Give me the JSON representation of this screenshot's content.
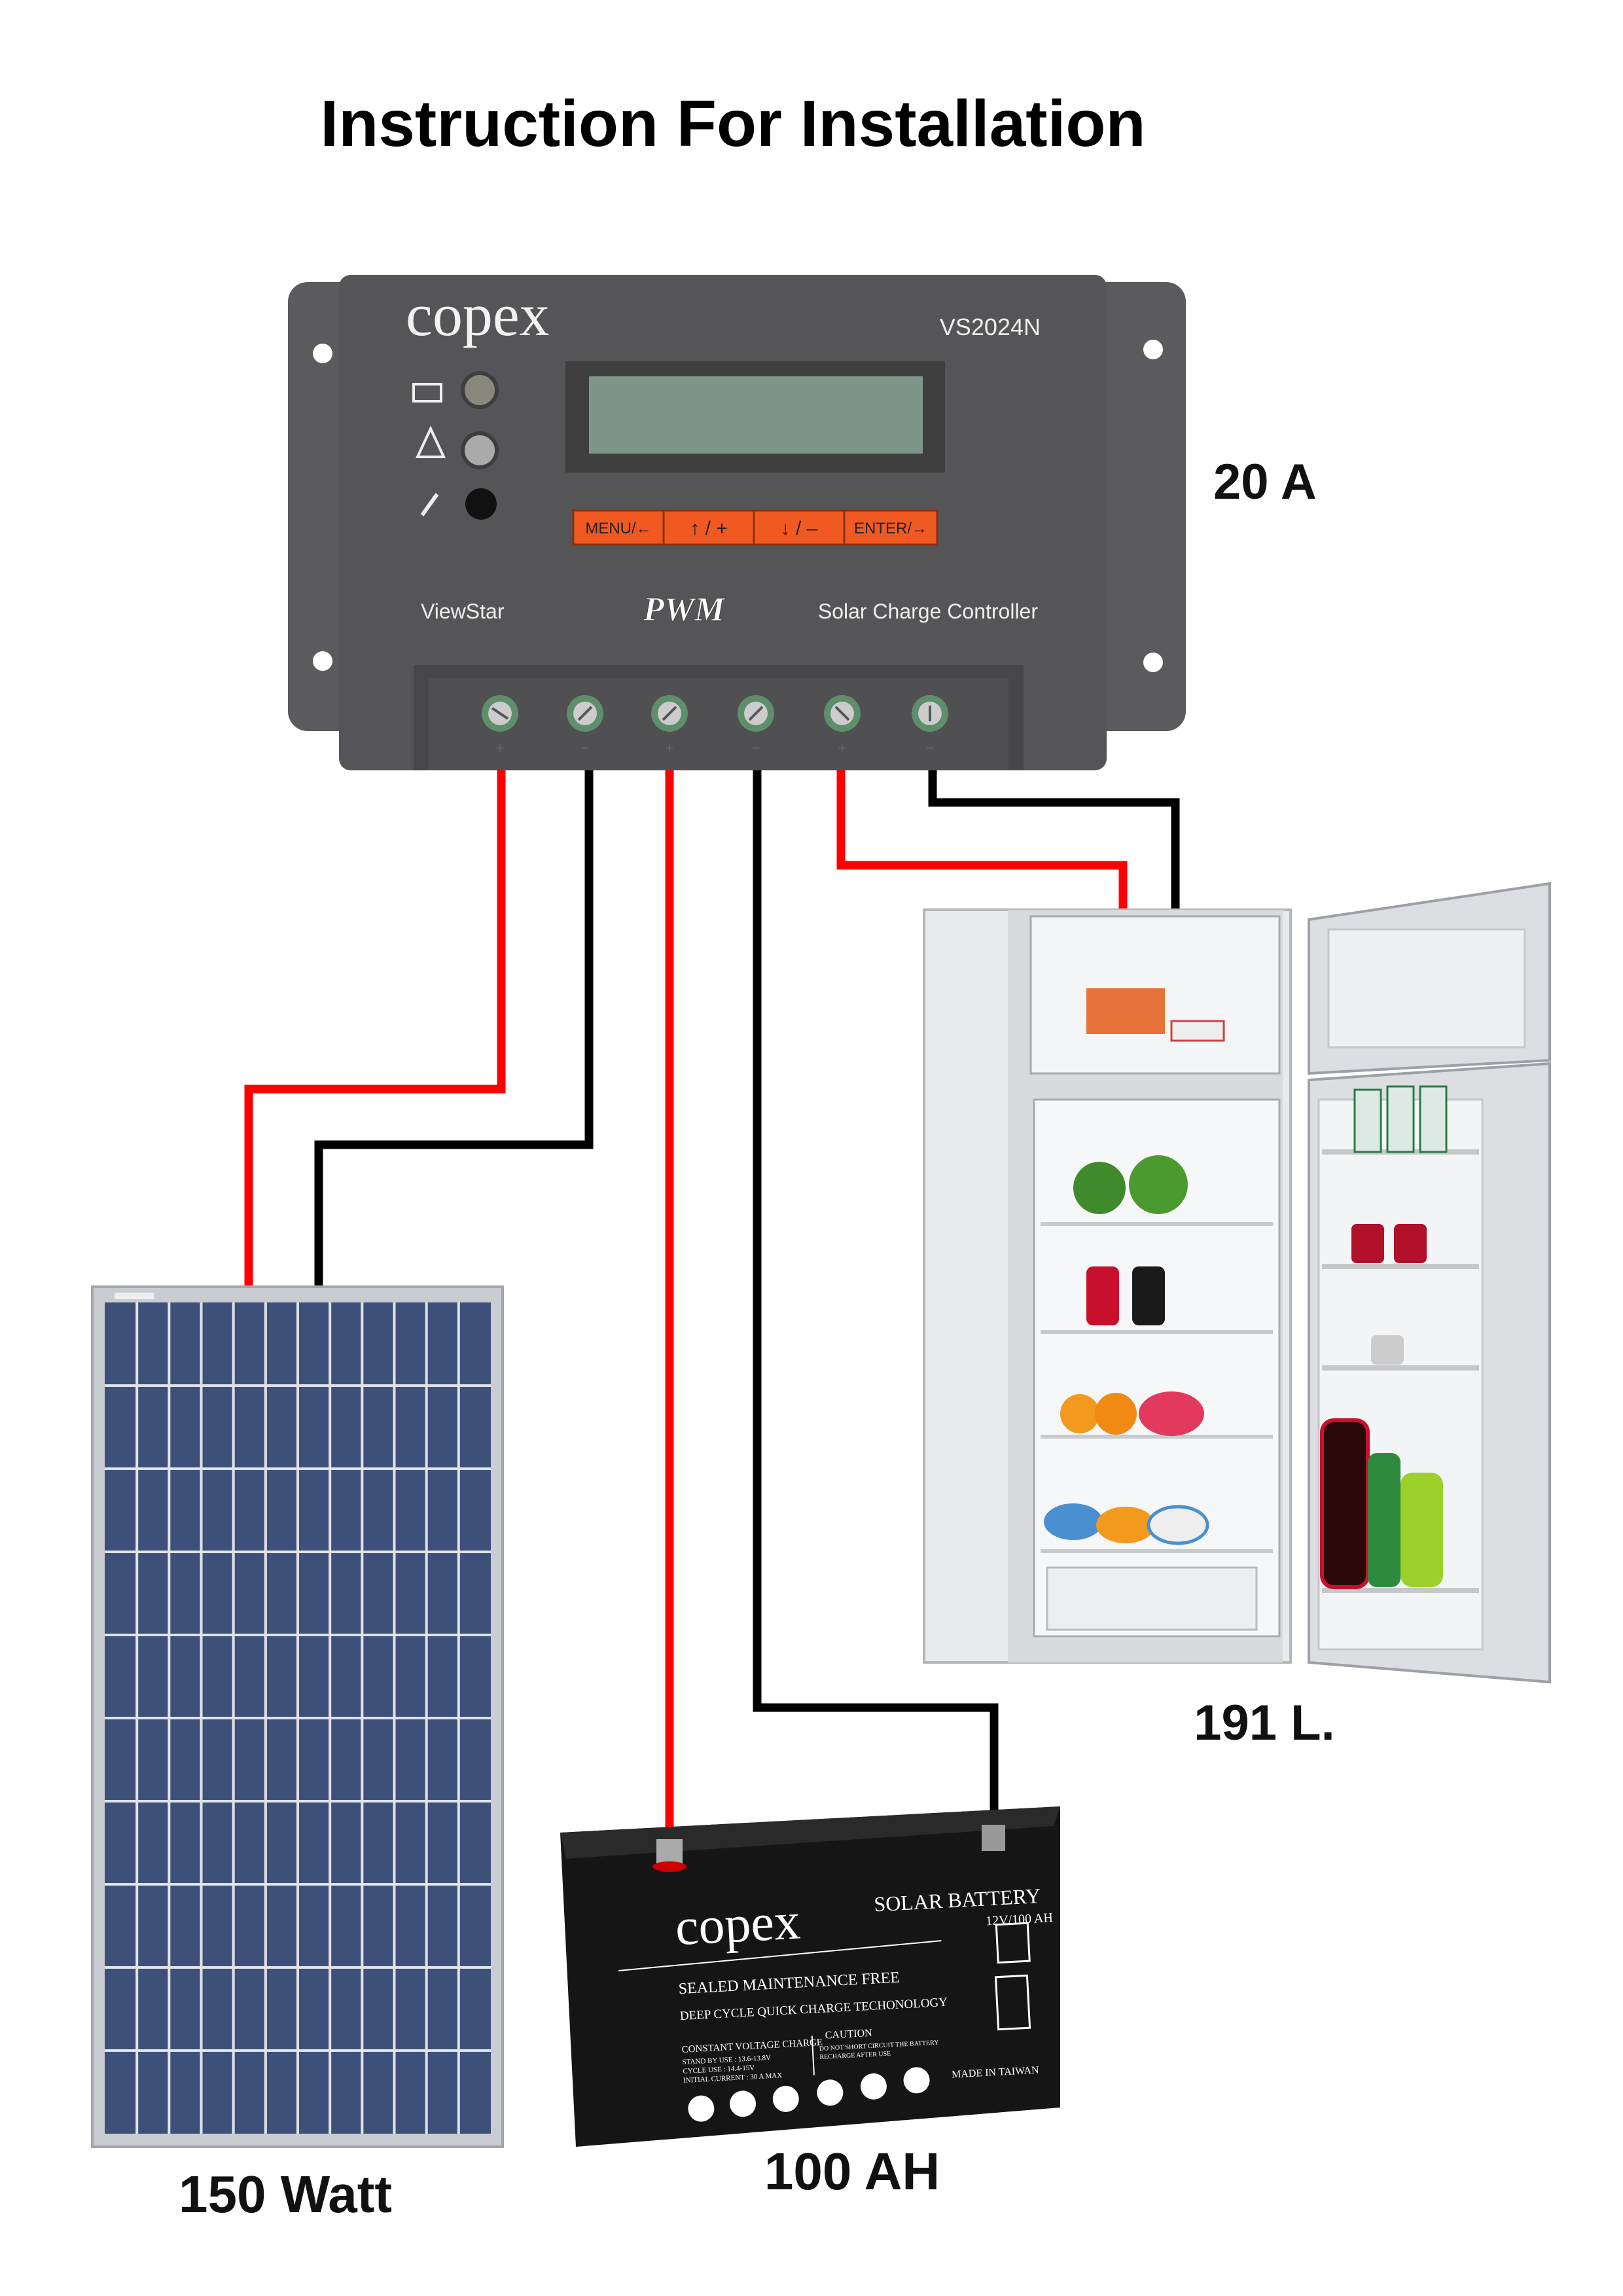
{
  "title": "Instruction For Installation",
  "labels": {
    "controller_rating": "20 A",
    "panel_rating": "150 Watt",
    "battery_rating": "100 AH",
    "fridge_rating": "191 L."
  },
  "controller": {
    "brand": "copex",
    "model": "VS2024N",
    "series": "ViewStar",
    "pwm": "PWM",
    "subtitle": "Solar Charge Controller",
    "buttons": [
      "MENU/←",
      "↑ / +",
      "↓ / –",
      "ENTER/→"
    ],
    "terminal_marks": [
      "+",
      "−",
      "+",
      "−",
      "+",
      "−"
    ]
  },
  "battery": {
    "brand": "copex",
    "title": "SOLAR BATTERY",
    "spec": "12V/100 AH",
    "line1": "SEALED MAINTENANCE FREE",
    "line2": "DEEP CYCLE QUICK CHARGE TECHONOLOGY",
    "charge_title": "CONSTANT VOLTAGE CHARGE",
    "charge_lines": [
      "STAND BY USE : 13.6-13.8V",
      "CYCLE USE : 14.4-15V",
      "INITIAL CURRENT :  30 A MAX"
    ],
    "caution_title": "CAUTION",
    "caution_lines": [
      "DO NOT SHORT CIRCUIT THE BATTERY",
      "RECHARGE AFTER USE"
    ],
    "origin": "MADE IN TAIWAN"
  },
  "colors": {
    "wire_positive": "#ff0000",
    "wire_negative": "#000000",
    "controller_body": "#58585a",
    "button_orange": "#f05a22",
    "panel_cell": "#3d5079"
  }
}
